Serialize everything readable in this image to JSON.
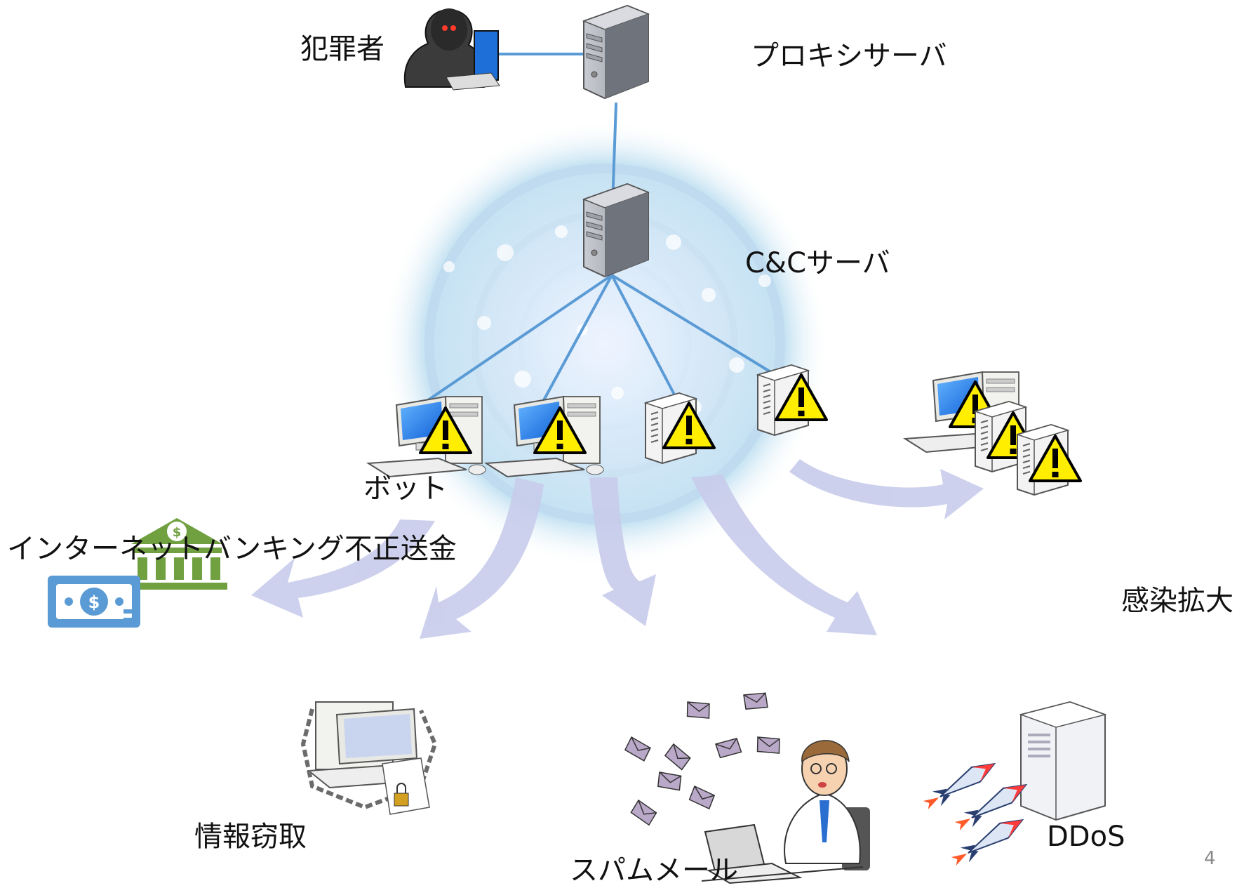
{
  "labels": {
    "criminal": "犯罪者",
    "proxy_server": "プロキシサーバ",
    "cc_server": "C&Cサーバ",
    "bot": "ボット",
    "banking_fraud": "インターネットバンキング不正送金",
    "info_theft": "情報窃取",
    "spam_mail": "スパムメール",
    "ddos": "DDoS",
    "infection_spread": "感染拡大",
    "page_number": "4"
  },
  "icons": {
    "bank_dollar_sign": "$",
    "bill_dollar_sign": "$",
    "warning_mark": "!"
  },
  "colors": {
    "connection_line": "#5b9bd5",
    "arrow_fill": "#c9cde8",
    "warning_yellow": "#ffee00",
    "bank_green": "#70a040",
    "bill_blue": "#5b9bd5",
    "monitor_blue": "#1e90ff"
  }
}
